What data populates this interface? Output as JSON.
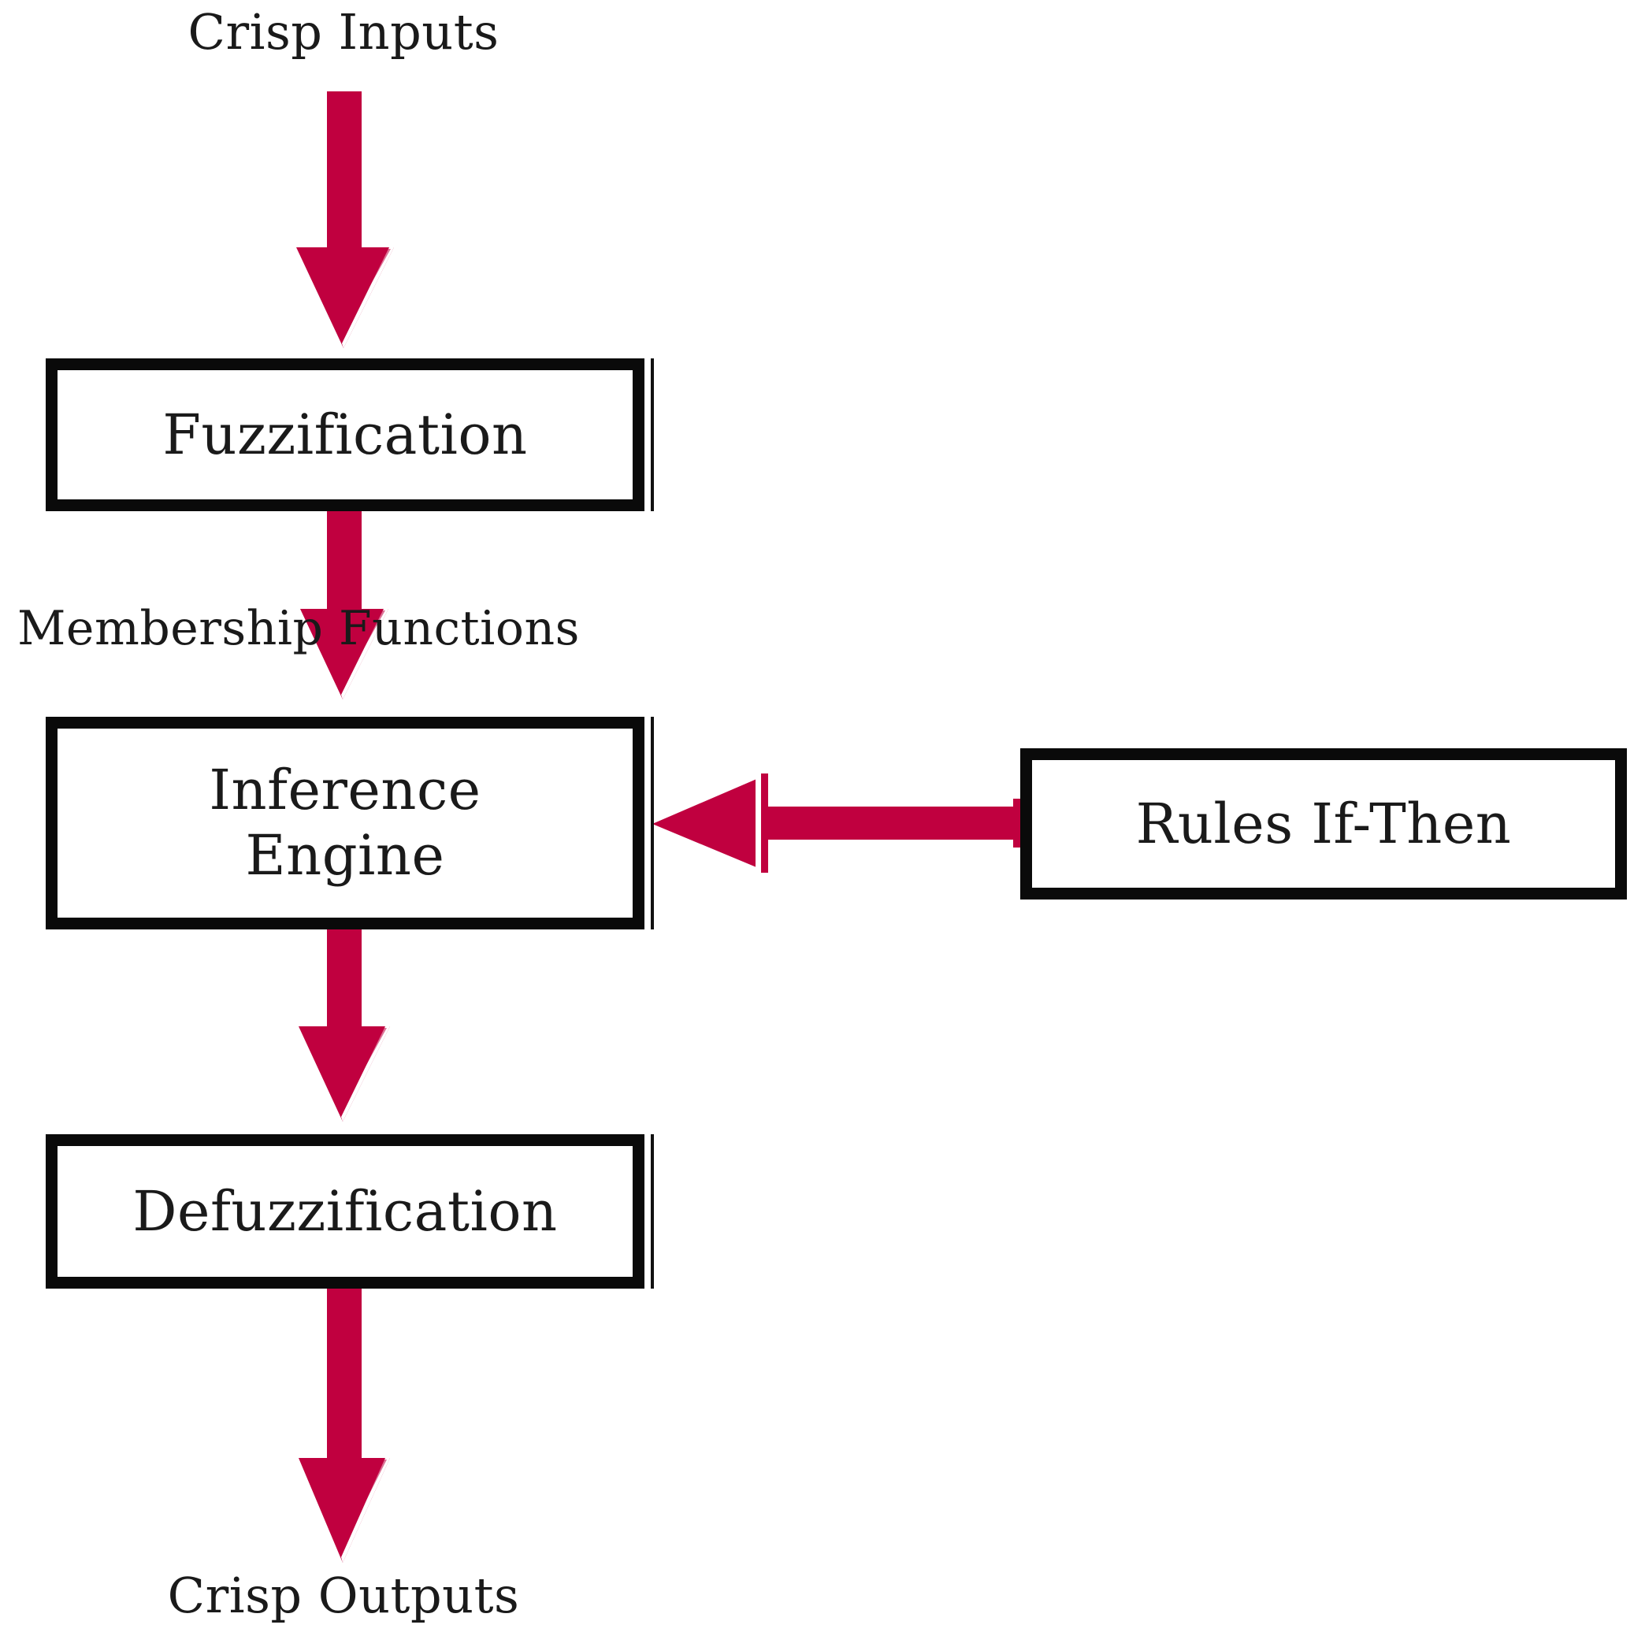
{
  "diagram": {
    "title": "Fuzzy Logic System Block Diagram",
    "type": "flowchart",
    "orientation": "top-to-bottom",
    "background_color": "#ffffff",
    "flow_color": "#C0003F",
    "box_border_color": "#0a0a0a",
    "text_color": "#1a1a1a"
  },
  "labels": {
    "input": "Crisp Inputs",
    "membership": "Membership Functions",
    "output": "Crisp Outputs"
  },
  "nodes": {
    "fuzzification": {
      "label": "Fuzzification"
    },
    "inference_engine": {
      "label": "Inference\nEngine"
    },
    "defuzzification": {
      "label": "Defuzzification"
    },
    "rules": {
      "label": "Rules If-Then"
    }
  },
  "edges": [
    {
      "id": "e1",
      "from": "Crisp Inputs",
      "to": "Fuzzification",
      "label": "",
      "direction": "down"
    },
    {
      "id": "e2",
      "from": "Fuzzification",
      "to": "Inference Engine",
      "label": "Membership Functions",
      "direction": "down"
    },
    {
      "id": "e3",
      "from": "Rules If-Then",
      "to": "Inference Engine",
      "label": "",
      "direction": "left"
    },
    {
      "id": "e4",
      "from": "Inference Engine",
      "to": "Defuzzification",
      "label": "",
      "direction": "down"
    },
    {
      "id": "e5",
      "from": "Defuzzification",
      "to": "Crisp Outputs",
      "label": "",
      "direction": "down"
    }
  ]
}
